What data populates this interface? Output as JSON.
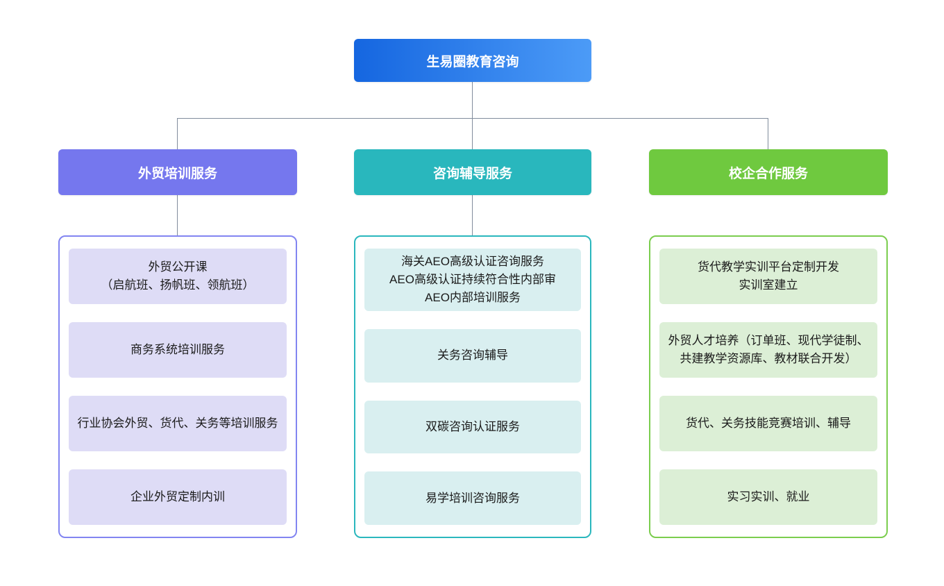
{
  "page": {
    "background": "#ffffff"
  },
  "connector_color": "#808c9c",
  "root": {
    "label": "生易圈教育咨询",
    "gradient_start": "#1566e0",
    "gradient_end": "#4c9bf7"
  },
  "branches": [
    {
      "label": "外贸培训服务",
      "header_color": "#7577ee",
      "border_color": "#8285f1",
      "item_bg": "#dedcf6",
      "items": [
        {
          "text": "外贸公开课\n（启航班、扬帆班、领航班）"
        },
        {
          "text": "商务系统培训服务"
        },
        {
          "text": "行业协会外贸、货代、关务等培训服务"
        },
        {
          "text": "企业外贸定制内训"
        }
      ]
    },
    {
      "label": "咨询辅导服务",
      "header_color": "#29b7bd",
      "border_color": "#2ab7bd",
      "item_bg": "#d9eff0",
      "items": [
        {
          "text": "海关AEO高级认证咨询服务\nAEO高级认证持续符合性内部审\nAEO内部培训服务"
        },
        {
          "text": "关务咨询辅导"
        },
        {
          "text": "双碳咨询认证服务"
        },
        {
          "text": "易学培训咨询服务"
        }
      ]
    },
    {
      "label": "校企合作服务",
      "header_color": "#6fc93f",
      "border_color": "#7bcd4e",
      "item_bg": "#dcefd6",
      "items": [
        {
          "text": "货代教学实训平台定制开发\n实训室建立"
        },
        {
          "text": "外贸人才培养（订单班、现代学徒制、共建教学资源库、教材联合开发）"
        },
        {
          "text": "货代、关务技能竞赛培训、辅导"
        },
        {
          "text": "实习实训、就业"
        }
      ]
    }
  ]
}
